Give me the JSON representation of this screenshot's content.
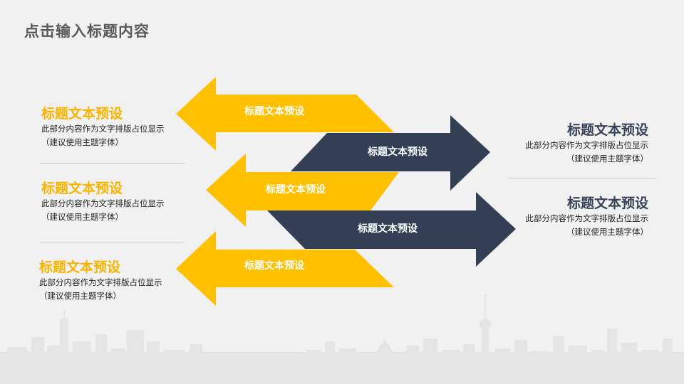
{
  "slide_title": "点击输入标题内容",
  "colors": {
    "yellow": "#FFC000",
    "navy": "#333F55",
    "heading_yellow": "#F9B400",
    "heading_navy": "#3A4358"
  },
  "left_blocks": [
    {
      "heading": "标题文本预设",
      "line1": "此部分内容作为文字排版占位显示",
      "line2": "（建议使用主题字体）"
    },
    {
      "heading": "标题文本预设",
      "line1": "此部分内容作为文字排版占位显示",
      "line2": "（建议使用主题字体）"
    },
    {
      "heading": "标题文本预设",
      "line1": "此部分内容作为文字排版占位显示",
      "line2": "（建议使用主题字体）"
    }
  ],
  "right_blocks": [
    {
      "heading": "标题文本预设",
      "line1": "此部分内容作为文字排版占位显示",
      "line2": "（建议使用主题字体）"
    },
    {
      "heading": "标题文本预设",
      "line1": "此部分内容作为文字排版占位显示",
      "line2": "（建议使用主题字体）"
    }
  ],
  "arrows": [
    {
      "label": "标题文本预设",
      "direction": "left",
      "color": "yellow"
    },
    {
      "label": "标题文本预设",
      "direction": "right",
      "color": "navy"
    },
    {
      "label": "标题文本预设",
      "direction": "left",
      "color": "yellow"
    },
    {
      "label": "标题文本预设",
      "direction": "right",
      "color": "navy"
    },
    {
      "label": "标题文本预设",
      "direction": "left",
      "color": "yellow"
    }
  ]
}
